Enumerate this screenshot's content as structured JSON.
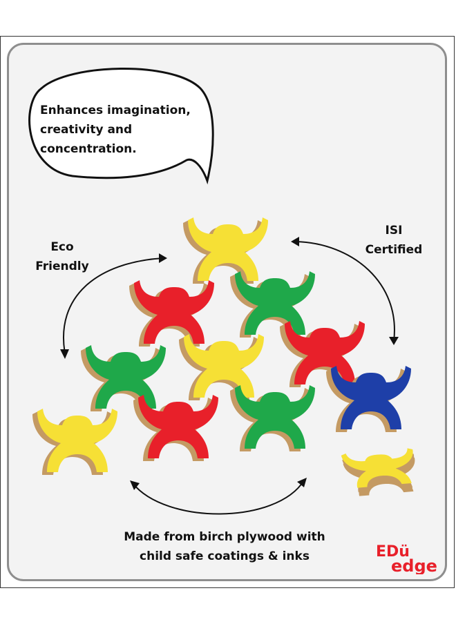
{
  "speech_bubble": {
    "line1": "Enhances imagination,",
    "line2": "creativity and",
    "line3": "concentration."
  },
  "eco_label": {
    "line1": "Eco",
    "line2": "Friendly"
  },
  "isi_label": {
    "line1": "ISI",
    "line2": "Certified"
  },
  "bottom_caption": {
    "line1": "Made from birch plywood with",
    "line2": "child safe coatings & inks"
  },
  "brand": {
    "top": "EDü",
    "bottom": "edge"
  },
  "colors": {
    "yellow": "#f6e035",
    "red": "#e8202a",
    "green": "#1fa84a",
    "blue": "#1e3fa8",
    "wood": "#c49a63",
    "brand_red": "#e8202a"
  }
}
